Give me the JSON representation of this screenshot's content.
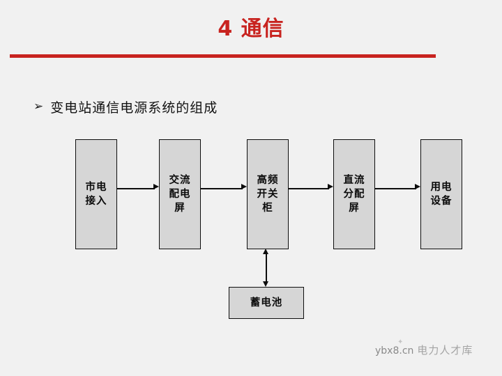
{
  "slide": {
    "title": "4 通信",
    "accent_color": "#c8231f",
    "background_color": "#f1f1f1",
    "bullet": {
      "marker": "➢",
      "text": "变电站通信电源系统的组成"
    }
  },
  "diagram": {
    "box_fill_color": "#d6d6d6",
    "box_border_color": "#0d0d0d",
    "nodes": [
      {
        "id": "mains-input",
        "label": "市电\n接入"
      },
      {
        "id": "ac-distribution",
        "label": "交流\n配电\n屏"
      },
      {
        "id": "hf-switch-cabinet",
        "label": "高频\n开关\n柜"
      },
      {
        "id": "dc-distribution",
        "label": "直流\n分配\n屏"
      },
      {
        "id": "load-equipment",
        "label": "用电\n设备"
      },
      {
        "id": "battery",
        "label": "蓄电池"
      }
    ]
  },
  "watermark": {
    "site": "ybx8.cn",
    "name": "电力人才库",
    "mark": "✦"
  }
}
